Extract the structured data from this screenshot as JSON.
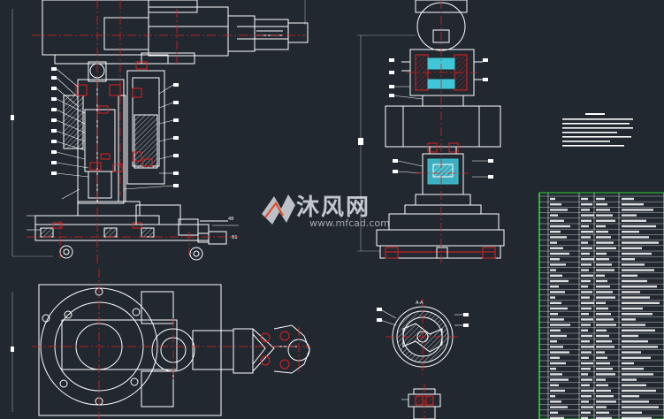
{
  "watermark": {
    "brand": "沐风网",
    "url": "www.mfcad.com"
  },
  "colors": {
    "background": "#212830",
    "outline": "#ffffff",
    "centerline": "#e02020",
    "accent_cyan": "#3fc7d8",
    "bom_green": "#2fd02f",
    "dimension_gray": "#9aa2aa"
  },
  "section_labels": {
    "side_tag": "B1",
    "detail_tag": "A-A",
    "part_tag": "48"
  }
}
